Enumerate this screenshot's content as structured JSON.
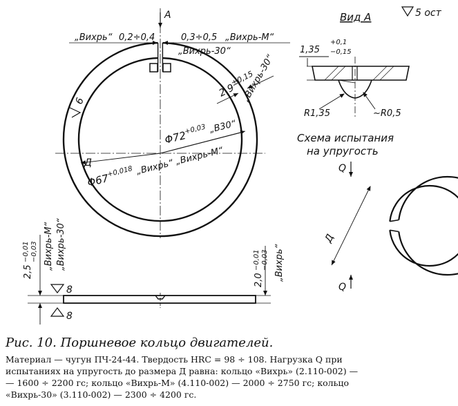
{
  "drawing": {
    "section_mark": "A",
    "view_label": "Вид А",
    "surface_roughness_rest": "5 ост",
    "surface_roughness_side": "6",
    "gap_vihr": "„Вихрь“",
    "gap_vihr_value": "0,2÷0,4",
    "gap_vihr_m_value": "0,3÷0,5",
    "gap_vihr_m": "„Вихрь-М“",
    "gap_vihr_30": "„Вихрь-30“",
    "radial_value": "2,9",
    "radial_tol": "±0,15",
    "radial_label": "„Вихрь-30“",
    "outer_dia": "Φ72",
    "outer_dia_tol": "+0,03",
    "outer_dia_variant": "„В30“",
    "inner_dia": "Φ67",
    "inner_dia_tol": "+0,018",
    "inner_dia_variant": "„Вихрь“ „Вихрь-М“",
    "d_label": "Д",
    "lock_depth": "1,35",
    "lock_depth_tol_upper": "+0,1",
    "lock_depth_tol_lower": "−0,15",
    "lock_radius": "R1,35",
    "lock_edge_radius": "~R0,5",
    "test_title_line1": "Схема испытания",
    "test_title_line2": "на упругость",
    "load_label_top": "Q",
    "load_label_bottom": "Q",
    "test_d_label": "Д",
    "height_left": "2,5",
    "height_left_tol_upper": "−0,01",
    "height_left_tol_lower": "−0,03",
    "height_left_variant_1": "„Вихрь-М“",
    "height_left_variant_2": "„Вихрь-30“",
    "height_right": "2,0",
    "height_right_tol_upper": "−0,01",
    "height_right_tol_lower": "−0,03",
    "height_right_variant": "„Вихрь“",
    "face_roughness_top": "8",
    "face_roughness_bottom": "8"
  },
  "caption": "Рис. 10. Поршневое кольцо двигателей.",
  "notes": [
    "Материал — чугун  ПЧ-24-44.  Твердость HRC = 98 ÷ 108.  Нагрузка Q при",
    "испытаниях на упругость до размера Д равна: кольцо «Вихрь» (2.110-002) —",
    "— 1600 ÷ 2200 гс;   кольцо  «Вихрь-М»  (4.110-002) — 2000 ÷ 2750 гс;  кольцо",
    "«Вихрь-30» (3.110-002) — 2300 ÷ 4200 гс."
  ]
}
